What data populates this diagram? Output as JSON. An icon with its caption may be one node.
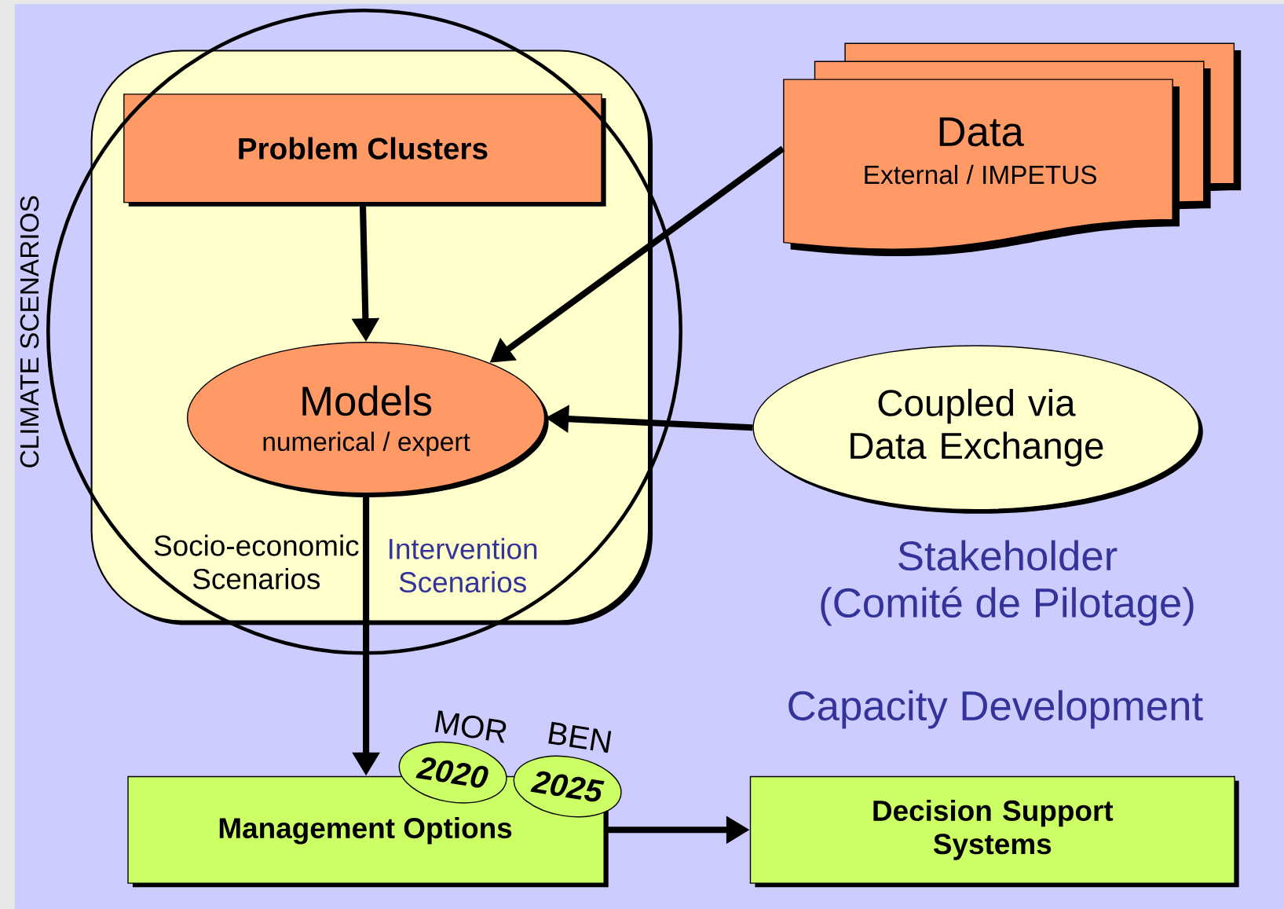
{
  "diagram": {
    "nodes": [
      {
        "text": [
          "Socio-economic Scenarios",
          "Intervention Scenarios"
        ],
        "in": 1
      },
      {
        "text": [
          "CLIMATE SCENARIOS"
        ]
      },
      {
        "text": [
          "Problem Clusters"
        ],
        "in": 0
      },
      {
        "text": [
          "Data",
          "External / IMPETUS"
        ]
      },
      {
        "text": [
          "Models",
          "numerical / expert"
        ],
        "in": 0
      },
      {
        "text": [
          "Coupled via Data Exchange"
        ]
      },
      {
        "text": [
          "Management Options"
        ]
      },
      {
        "text": [
          "2020"
        ],
        "beside": [
          "MOR"
        ]
      },
      {
        "text": [
          "2025"
        ],
        "beside": [
          "BEN"
        ]
      },
      {
        "text": [
          "Decision Support Systems"
        ]
      }
    ],
    "edges": [
      {
        "from": 2,
        "to": 4,
        "arrow": "to"
      },
      {
        "from": 3,
        "to": 4,
        "arrow": "to"
      },
      {
        "from": 5,
        "to": 4,
        "arrow": "to"
      },
      {
        "from": 4,
        "to": 6,
        "arrow": "to"
      },
      {
        "from": 6,
        "to": 9,
        "arrow": "to"
      }
    ],
    "labels": [
      "Stakeholder",
      "(Comité de Pilotage)",
      "Capacity Development"
    ]
  }
}
